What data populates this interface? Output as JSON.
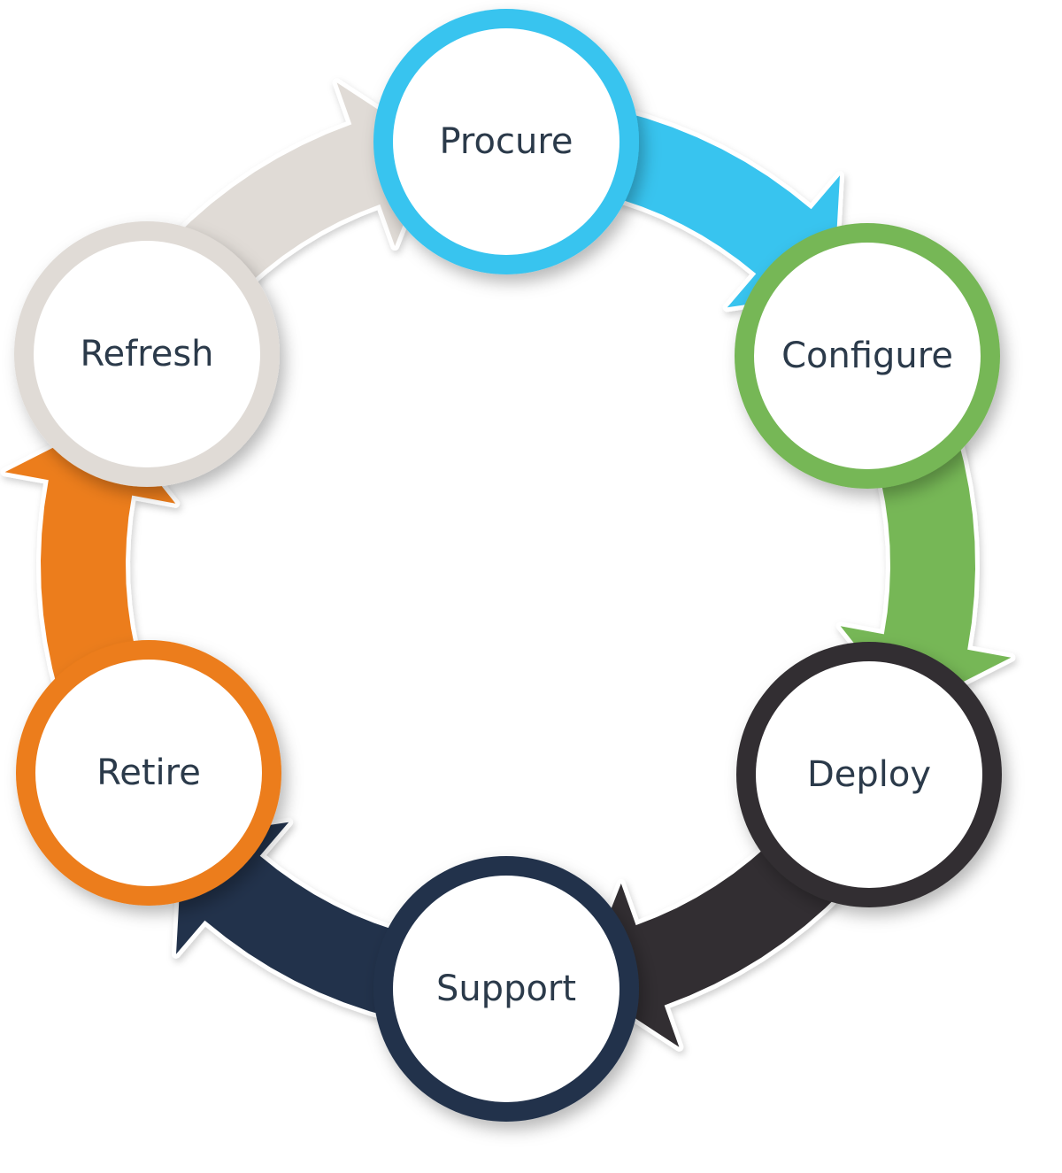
{
  "diagram": {
    "stages": [
      {
        "label": "Procure",
        "color": "#38c4ef"
      },
      {
        "label": "Configure",
        "color": "#76b757"
      },
      {
        "label": "Deploy",
        "color": "#302f30"
      },
      {
        "label": "Support",
        "color": "#22334b"
      },
      {
        "label": "Retire",
        "color": "#ec7d1a"
      },
      {
        "label": "Refresh",
        "color": "#e0dbd6"
      }
    ],
    "flow": "clockwise"
  }
}
